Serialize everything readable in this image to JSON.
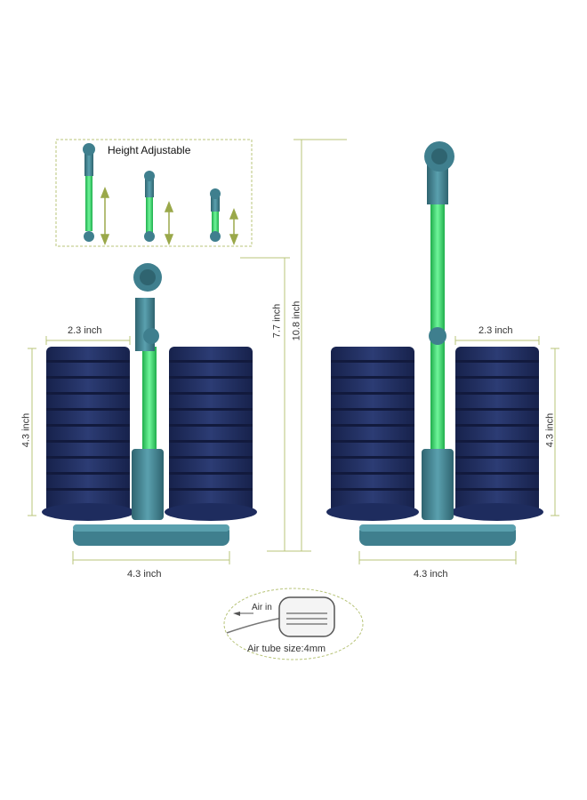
{
  "inset": {
    "title": "Height Adjustable"
  },
  "dimensions": {
    "left_sponge_width": "2.3 inch",
    "left_sponge_height": "4.3 inch",
    "left_base_width": "4.3 inch",
    "right_sponge_width": "2.3 inch",
    "right_sponge_height": "4.3 inch",
    "right_base_width": "4.3 inch",
    "min_height": "7.7 inch",
    "max_height": "10.8 inch"
  },
  "air_pump": {
    "air_in_label": "Air in",
    "tube_size_label": "Air tube size:4mm"
  },
  "colors": {
    "sponge": "#1e2c5e",
    "sponge_ridge": "#2e3f78",
    "plastic": "#3f7f8e",
    "plastic_dark": "#2f6470",
    "tube": "#3ddc6a",
    "dimension_line": "#b8c47a",
    "inset_border": "#b8c47a"
  }
}
